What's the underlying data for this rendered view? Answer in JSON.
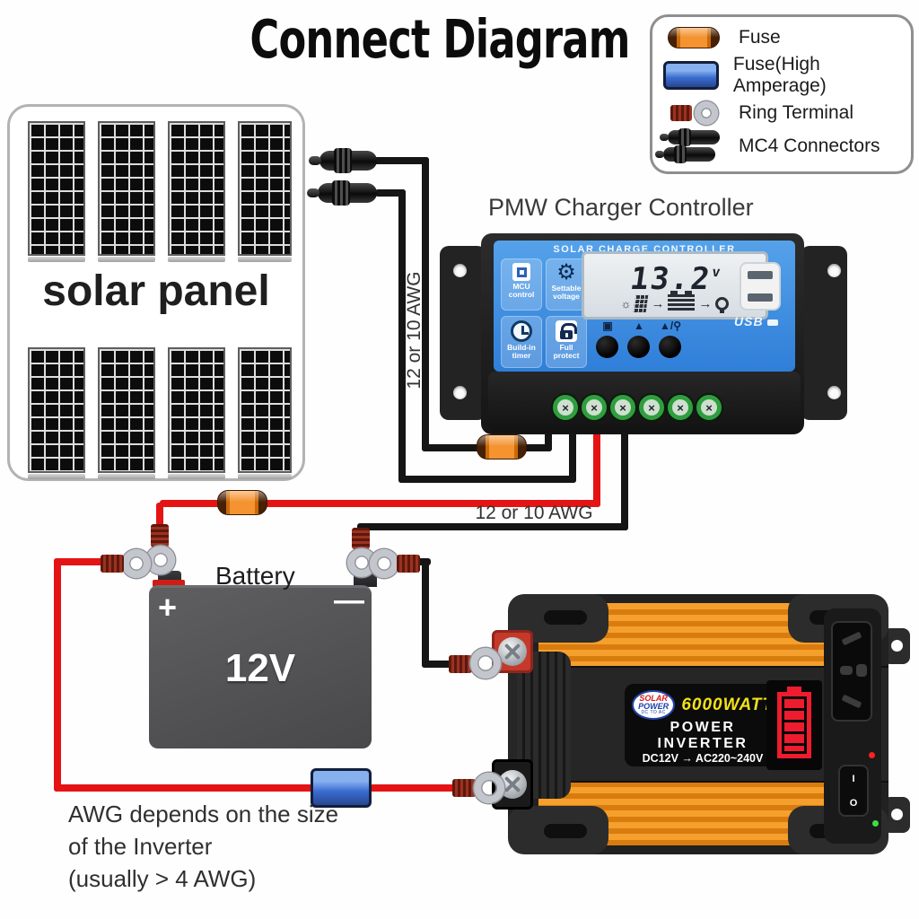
{
  "title": "Connect Diagram",
  "legend": {
    "items": [
      {
        "icon": "fuse-icon",
        "label": "Fuse"
      },
      {
        "icon": "fuse-high-amperage-icon",
        "label": "Fuse(High Amperage)"
      },
      {
        "icon": "ring-terminal-icon",
        "label": "Ring Terminal"
      },
      {
        "icon": "mc4-connectors-icon",
        "label": "MC4 Connectors"
      }
    ]
  },
  "solar_panel": {
    "label": "solar panel"
  },
  "wire_labels": {
    "vertical": "12 or 10 AWG",
    "horizontal": "12 or 10 AWG"
  },
  "controller": {
    "caption": "PMW Charger Controller",
    "header": "SOLAR CHARGE CONTROLLER",
    "display": {
      "voltage": "13.2",
      "unit": "v"
    },
    "features": [
      {
        "label": "MCU control"
      },
      {
        "label": "Settable voltage"
      },
      {
        "label": "Build-in timer"
      },
      {
        "label": "Full protect"
      }
    ],
    "button_icons": [
      "▣",
      "▲",
      "▲/⚲"
    ],
    "usb_label": "USB",
    "icons": {
      "sun": "☼",
      "arrow": "→",
      "gear": "⚙"
    }
  },
  "battery": {
    "caption": "Battery",
    "voltage": "12V",
    "plus": "+",
    "minus": "—"
  },
  "inverter": {
    "logo_top": "SOLAR",
    "logo_bottom": "POWER",
    "logo_sub": "DC TO AC",
    "wattage": "6000WATT",
    "name": "POWER INVERTER",
    "conversion": "DC12V → AC220~240V",
    "switch_on": "I",
    "switch_off": "O"
  },
  "note": {
    "lines": [
      "AWG depends on the size",
      "of the Inverter",
      "(usually > 4 AWG)"
    ]
  },
  "colors": {
    "red_wire": "#e41414",
    "black_wire": "#151515",
    "controller_blue": "#2f7ed8",
    "fuse_orange": "#f49330",
    "fuse_blue": "#3a6cd0",
    "inverter_orange": "#f5a02c",
    "inverter_orange_dark": "#d97c10",
    "battery_gray": "#545456",
    "display_yellow": "#f2e117",
    "indicator_red": "#ee1c2e"
  }
}
